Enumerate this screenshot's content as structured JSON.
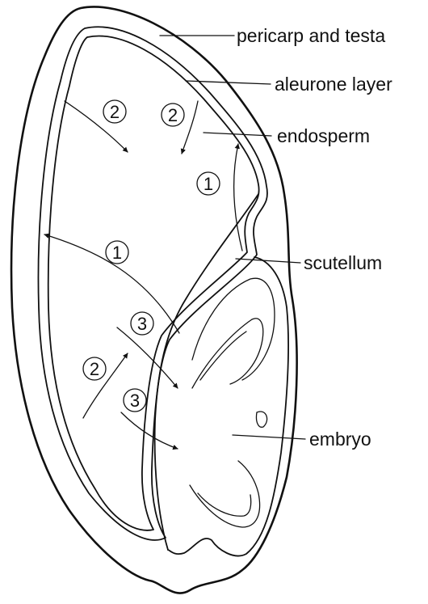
{
  "labels": {
    "pericarp": "pericarp and testa",
    "aleurone": "aleurone layer",
    "endosperm": "endosperm",
    "scutellum": "scutellum",
    "embryo": "embryo"
  },
  "step_markers": [
    "1",
    "2",
    "3"
  ],
  "colors": {
    "ink": "#111111",
    "background": "#ffffff"
  }
}
